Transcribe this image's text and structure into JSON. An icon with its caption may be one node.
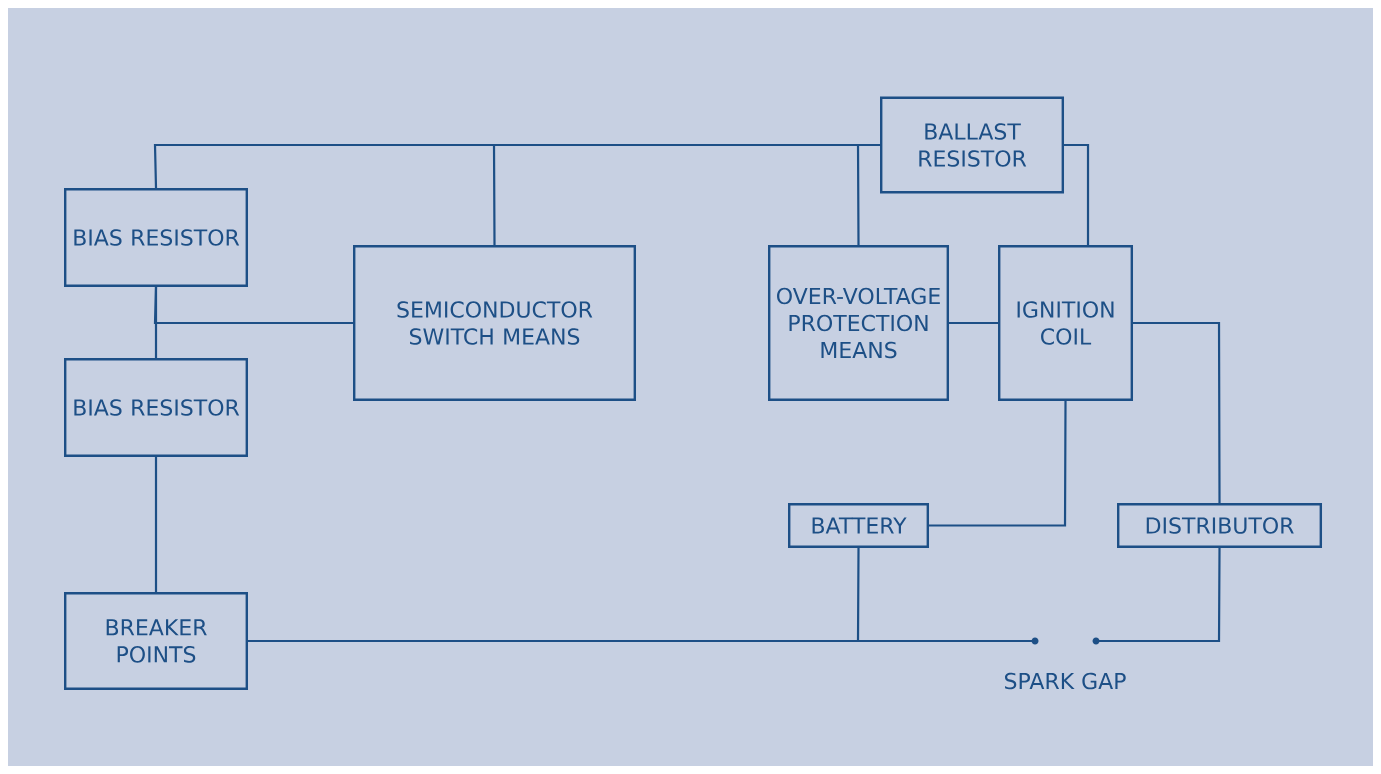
{
  "diagram": {
    "nodes": [
      {
        "text": [
          "BIAS RESISTOR"
        ]
      },
      {
        "text": [
          "BIAS RESISTOR"
        ]
      },
      {
        "text": [
          "BREAKER POINTS"
        ]
      },
      {
        "text": [
          "SEMICONDUCTOR SWITCH MEANS"
        ]
      },
      {
        "text": [
          "BALLAST RESISTOR"
        ]
      },
      {
        "text": [
          "OVER-VOLTAGE PROTECTION MEANS"
        ]
      },
      {
        "text": [
          "IGNITION COIL"
        ]
      },
      {
        "text": [
          "BATTERY"
        ]
      },
      {
        "text": [
          "DISTRIBUTOR"
        ]
      },
      {
        "text": [],
        "shape": "circle"
      },
      {
        "text": [],
        "shape": "circle"
      }
    ],
    "edges": [
      {
        "from": 4,
        "to": 0,
        "arrow": "none"
      },
      {
        "from": 4,
        "to": 3,
        "arrow": "none"
      },
      {
        "from": 4,
        "to": 5,
        "arrow": "none"
      },
      {
        "from": 4,
        "to": 6,
        "arrow": "none"
      },
      {
        "from": 0,
        "to": 1,
        "arrow": "none"
      },
      {
        "from": 3,
        "to": 0,
        "arrow": "none"
      },
      {
        "from": 1,
        "to": 2,
        "arrow": "none"
      },
      {
        "from": 5,
        "to": 6,
        "arrow": "none"
      },
      {
        "from": 6,
        "to": 7,
        "arrow": "none"
      },
      {
        "from": 6,
        "to": 8,
        "arrow": "none"
      },
      {
        "from": 2,
        "to": 7,
        "arrow": "none"
      },
      {
        "from": 2,
        "to": 9,
        "arrow": "none"
      },
      {
        "from": 8,
        "to": 10,
        "arrow": "none"
      }
    ],
    "labels": [
      "SPARK GAP"
    ]
  }
}
